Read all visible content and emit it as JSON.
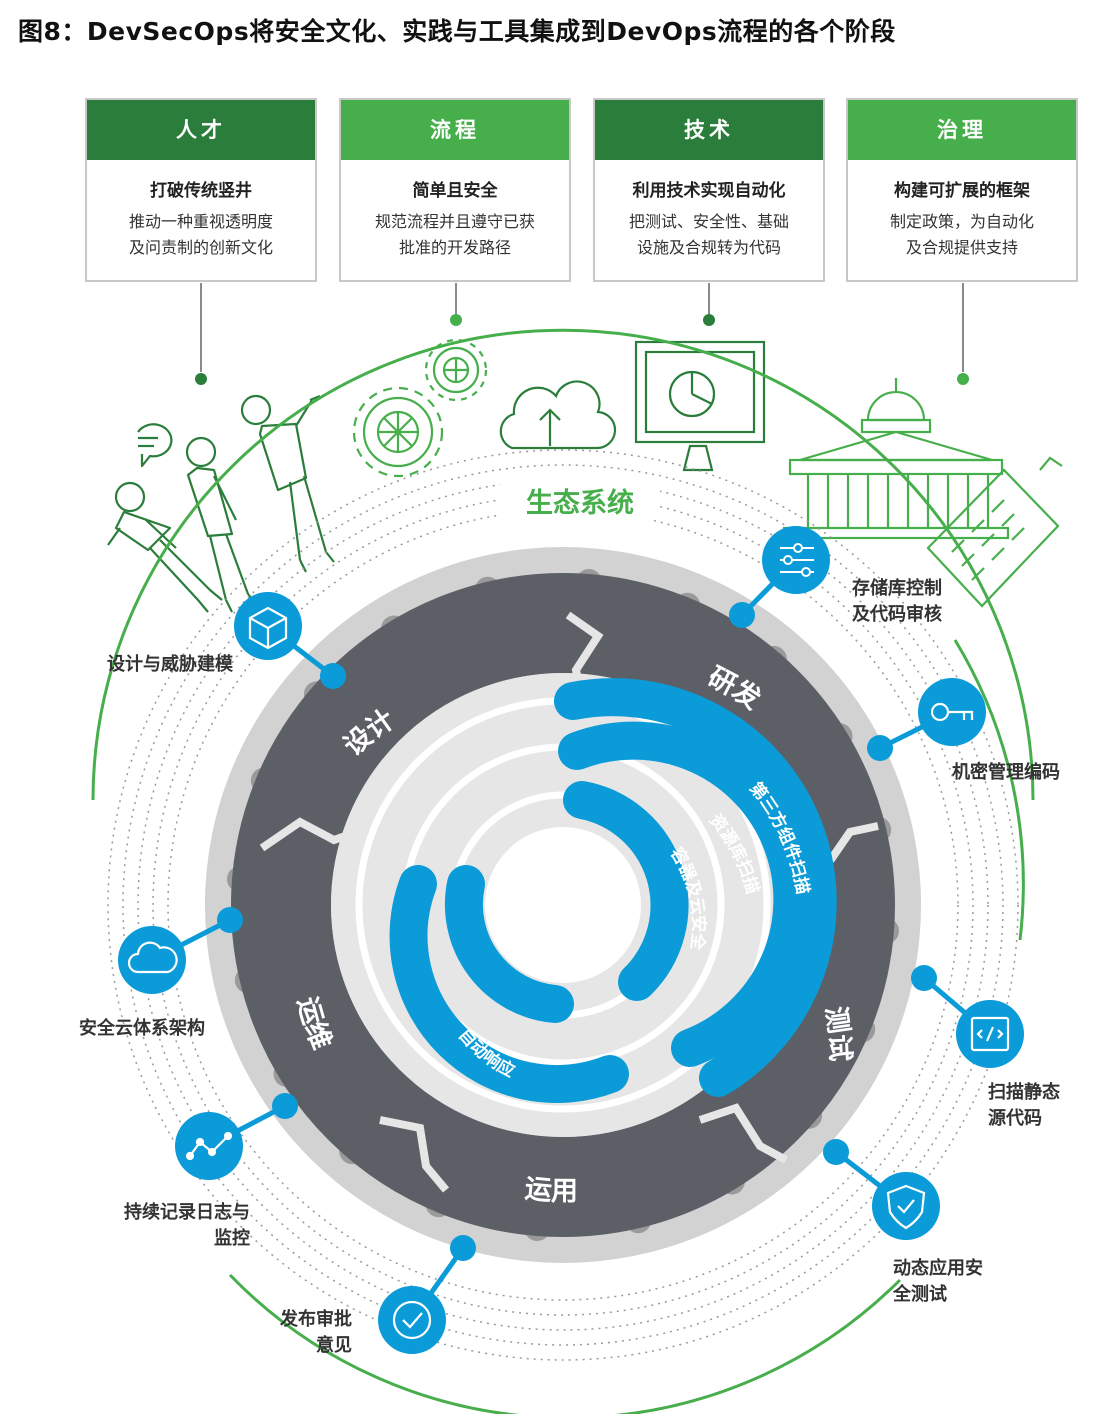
{
  "title": "图8：DevSecOps将安全文化、实践与工具集成到DevOps流程的各个阶段",
  "colors": {
    "dark_green": "#2a7d3a",
    "light_green": "#47ae4c",
    "blue": "#0a9bd8",
    "dark_grey": "#5c6066",
    "light_grey": "#d2d2d2",
    "dot_grey": "#9a9a9a"
  },
  "pillars": [
    {
      "header": "人才",
      "subtitle": "打破传统竖井",
      "desc_line1": "推动一种重视透明度",
      "desc_line2": "及问责制的创新文化",
      "icon": "people-icon"
    },
    {
      "header": "流程",
      "subtitle": "简单且安全",
      "desc_line1": "规范流程并且遵守已获",
      "desc_line2": "批准的开发路径",
      "icon": "gears-icon"
    },
    {
      "header": "技术",
      "subtitle": "利用技术实现自动化",
      "desc_line1": "把测试、安全性、基础",
      "desc_line2": "设施及合规转为代码",
      "icon": "monitor-chart-icon"
    },
    {
      "header": "治理",
      "subtitle": "构建可扩展的框架",
      "desc_line1": "制定政策，为自动化",
      "desc_line2": "及合规提供支持",
      "icon": "capitol-building-icon"
    }
  ],
  "ecosystem_label": "生态系统",
  "phases": {
    "design": "设计",
    "develop": "研发",
    "test": "测试",
    "operate": "运用",
    "maintain": "运维"
  },
  "inner_arcs": {
    "arc1": "第三方组件扫描",
    "arc2": "资源库扫描",
    "arc3": "容器及云安全",
    "arc4": "自动响应"
  },
  "tools": [
    {
      "name": "repo-control",
      "line1": "存储库控制",
      "line2": "及代码审核",
      "icon": "sliders-icon"
    },
    {
      "name": "secret-mgmt",
      "line1": "机密管理编码",
      "line2": "",
      "icon": "key-icon"
    },
    {
      "name": "sast",
      "line1": "扫描静态",
      "line2": "源代码",
      "icon": "code-icon"
    },
    {
      "name": "dast",
      "line1": "动态应用安",
      "line2": "全测试",
      "icon": "shield-check-icon"
    },
    {
      "name": "release-approval",
      "line1": "发布审批",
      "line2": "意见",
      "icon": "check-circle-icon"
    },
    {
      "name": "logging",
      "line1": "持续记录日志与",
      "line2": "监控",
      "icon": "line-chart-icon"
    },
    {
      "name": "cloud-arch",
      "line1": "安全云体系架构",
      "line2": "",
      "icon": "cloud-icon"
    },
    {
      "name": "threat-model",
      "line1": "设计与威胁建模",
      "line2": "",
      "icon": "cube-icon"
    }
  ]
}
